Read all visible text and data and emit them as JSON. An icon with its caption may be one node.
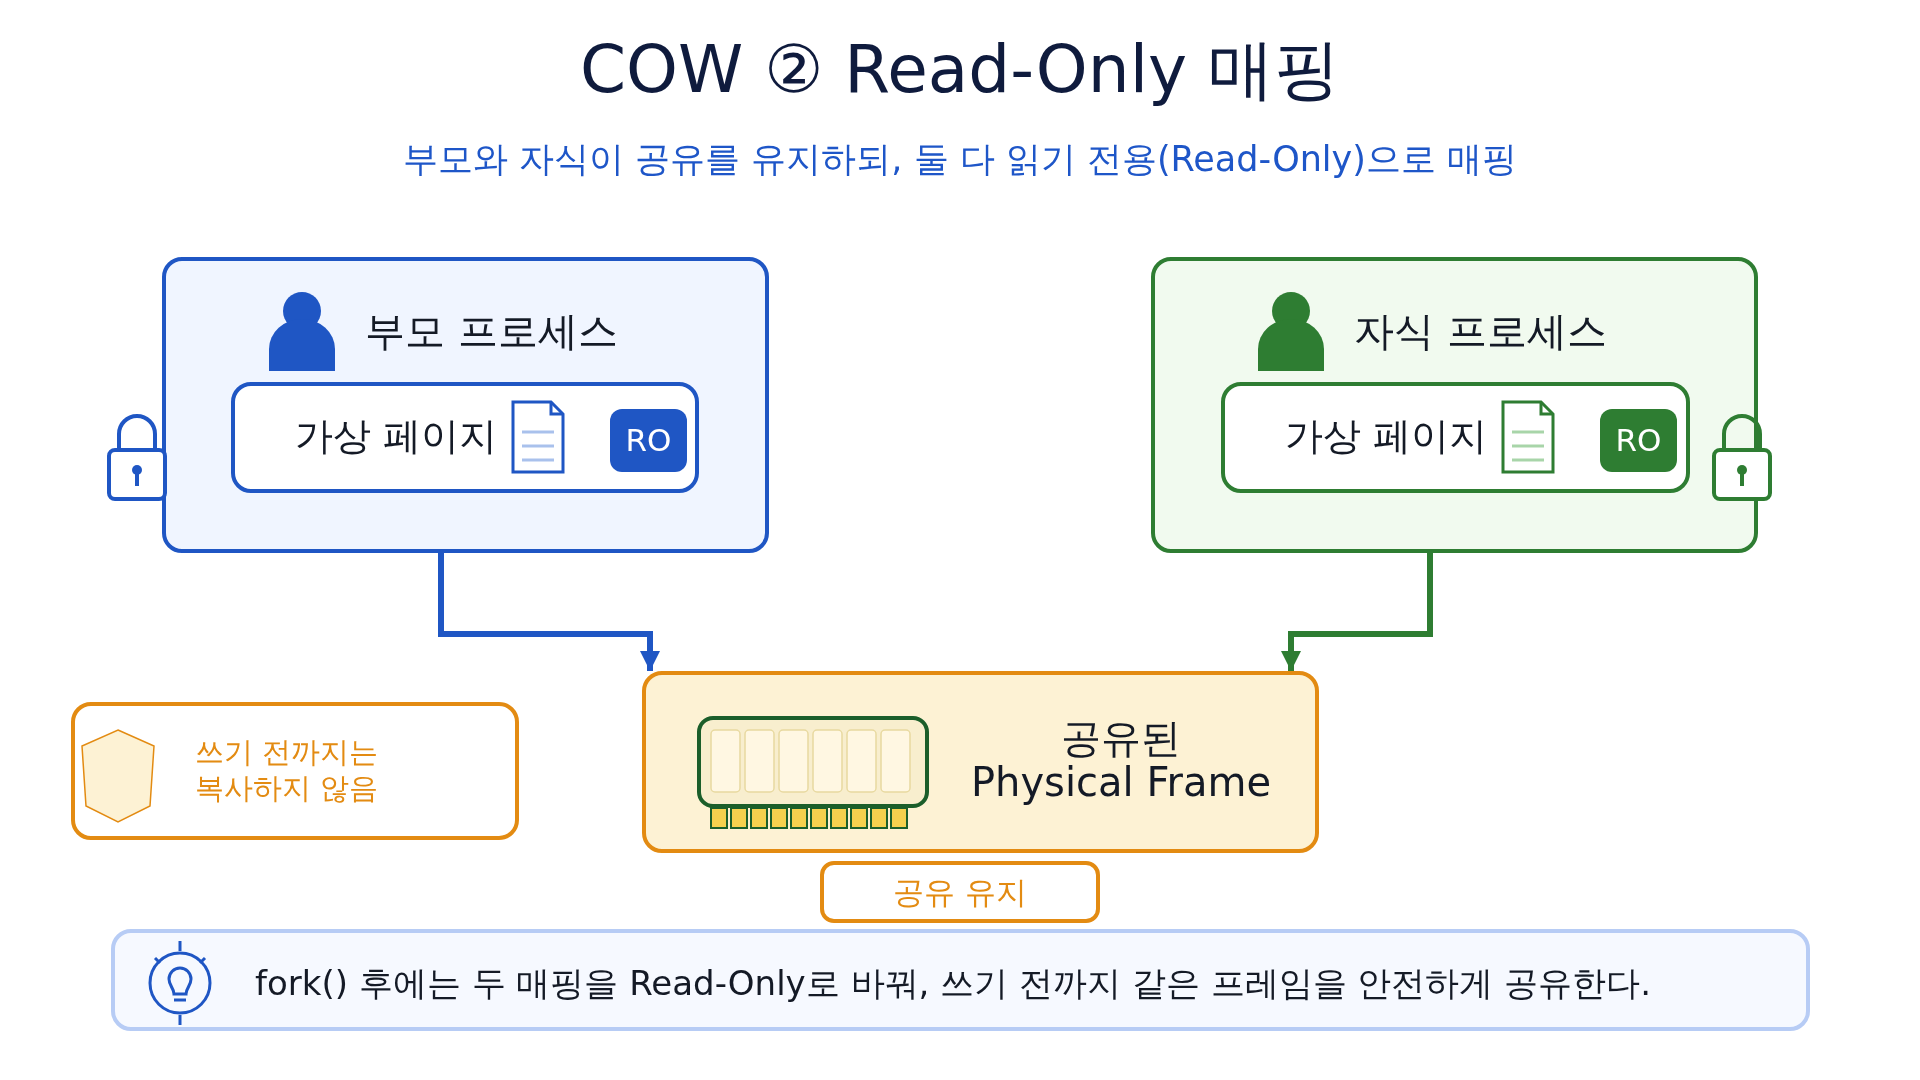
{
  "diagram": {
    "title": "COW ② Read-Only 매핑",
    "caption": "부모와 자식이 공유를 유지하되, 둘 다 읽기 전용(Read-Only)으로 매핑",
    "nodes": [
      {
        "text": [
          "부모 프로세스"
        ]
      },
      {
        "text": [
          "가상 페이지"
        ],
        "in": 0
      },
      {
        "text": [
          "RO"
        ],
        "in": 1
      },
      {
        "text": [
          "자식 프로세스"
        ]
      },
      {
        "text": [
          "가상 페이지"
        ],
        "in": 3
      },
      {
        "text": [
          "RO"
        ],
        "in": 4
      },
      {
        "text": [
          "쓰기 전까지는 복사하지 않음"
        ]
      },
      {
        "text": [
          "공유된",
          "Physical Frame"
        ]
      },
      {
        "text": [
          "공유 유지"
        ]
      },
      {
        "text": [
          "fork() 후에는 두 매핑을 Read-Only로 바꿔, 쓰기 전까지 같은 프레임을 안전하게 공유한다."
        ]
      }
    ],
    "edges": [
      {
        "from": 0,
        "to": 7,
        "arrow": "to",
        "color": "#1f56c4"
      },
      {
        "from": 3,
        "to": 7,
        "arrow": "to",
        "color": "#2e7d32"
      }
    ]
  }
}
